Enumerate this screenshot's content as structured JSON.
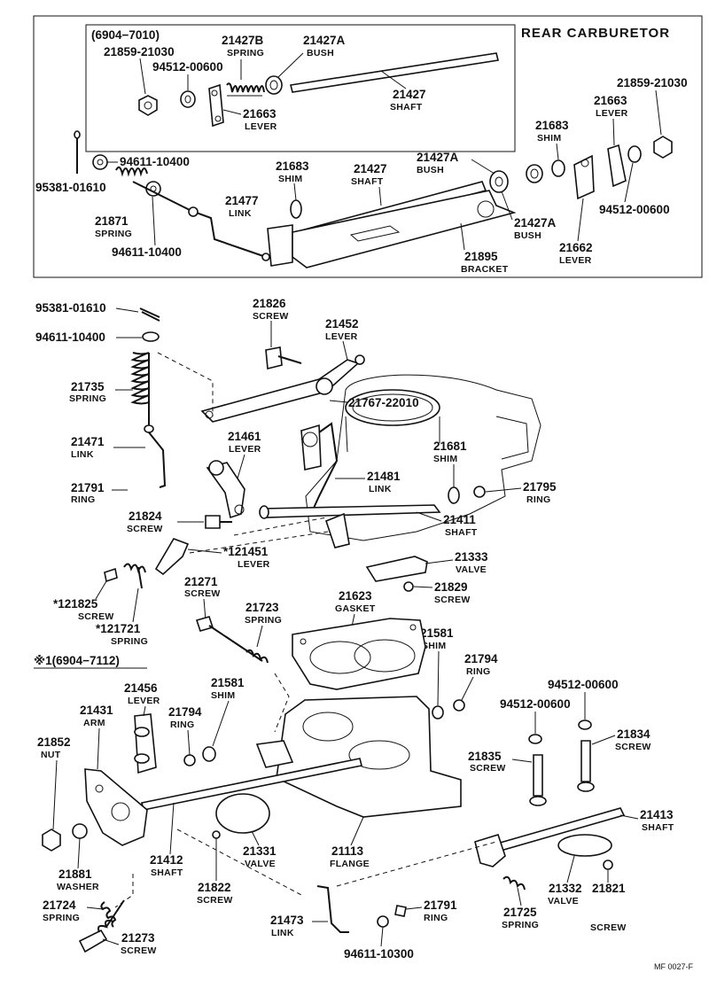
{
  "top_box": {
    "title": "REAR CARBURETOR",
    "inset_range": "(6904−7010)"
  },
  "labels": {
    "t_21859a_num": "21859-21030",
    "t_94512a_num": "94512-00600",
    "t_21427b_num": "21427B",
    "t_21427b_nm": "SPRING",
    "t_21427a1_num": "21427A",
    "t_21427a1_nm": "BUSH",
    "t_21427s1_num": "21427",
    "t_21427s1_nm": "SHAFT",
    "t_21663a_num": "21663",
    "t_21663a_nm": "LEVER",
    "t_21859b_num": "21859-21030",
    "t_21663b_num": "21663",
    "t_21663b_nm": "LEVER",
    "t_21683a_num": "21683",
    "t_21683a_nm": "SHIM",
    "t_94611a_num": "94611-10400",
    "t_21683b_num": "21683",
    "t_21683b_nm": "SHIM",
    "t_21427s2_num": "21427",
    "t_21427s2_nm": "SHAFT",
    "t_21427a2_num": "21427A",
    "t_21427a2_nm": "BUSH",
    "t_95381a_num": "95381-01610",
    "t_21871_num": "21871",
    "t_21871_nm": "SPRING",
    "t_21477_num": "21477",
    "t_21477_nm": "LINK",
    "t_94611b_num": "94611-10400",
    "t_94512b_num": "94512-00600",
    "t_21427a3_num": "21427A",
    "t_21427a3_nm": "BUSH",
    "t_21662_num": "21662",
    "t_21662_nm": "LEVER",
    "t_21895_num": "21895",
    "t_21895_nm": "BRACKET",
    "t_95381b_num": "95381-01610",
    "t_21826_num": "21826",
    "t_21826_nm": "SCREW",
    "t_21452_num": "21452",
    "t_21452_nm": "LEVER",
    "t_94611c_num": "94611-10400",
    "t_21735_num": "21735",
    "t_21735_nm": "SPRING",
    "t_21767_num": "21767-22010",
    "t_21471_num": "21471",
    "t_21471_nm": "LINK",
    "t_21461_num": "21461",
    "t_21461_nm": "LEVER",
    "t_21681_num": "21681",
    "t_21681_nm": "SHIM",
    "t_21795_num": "21795",
    "t_21795_nm": "RING",
    "t_21481_num": "21481",
    "t_21481_nm": "LINK",
    "t_21791a_num": "21791",
    "t_21791a_nm": "RING",
    "t_21824_num": "21824",
    "t_21824_nm": "SCREW",
    "t_21411_num": "21411",
    "t_21411_nm": "SHAFT",
    "t_21451_num": "*121451",
    "t_21451_nm": "LEVER",
    "t_21333_num": "21333",
    "t_21333_nm": "VALVE",
    "t_21825_num": "*121825",
    "t_21825_nm": "SCREW",
    "t_21271_num": "21271",
    "t_21271_nm": "SCREW",
    "t_21623_num": "21623",
    "t_21623_nm": "GASKET",
    "t_21829_num": "21829",
    "t_21829_nm": "SCREW",
    "t_21721_num": "*121721",
    "t_21721_nm": "SPRING",
    "t_21723_num": "21723",
    "t_21723_nm": "SPRING",
    "t_21581a_num": "21581",
    "t_21581a_nm": "SHIM",
    "t_21794a_num": "21794",
    "t_21794a_nm": "RING",
    "t_note": "※1(6904−7112)",
    "t_21456_num": "21456",
    "t_21456_nm": "LEVER",
    "t_21581b_num": "21581",
    "t_21581b_nm": "SHIM",
    "t_21431_num": "21431",
    "t_21431_nm": "ARM",
    "t_21794b_num": "21794",
    "t_21794b_nm": "RING",
    "t_94512c_num": "94512-00600",
    "t_94512d_num": "94512-00600",
    "t_21852_num": "21852",
    "t_21852_nm": "NUT",
    "t_21834_num": "21834",
    "t_21834_nm": "SCREW",
    "t_21835_num": "21835",
    "t_21835_nm": "SCREW",
    "t_21413_num": "21413",
    "t_21413_nm": "SHAFT",
    "t_21331_num": "21331",
    "t_21331_nm": "VALVE",
    "t_21113_num": "21113",
    "t_21113_nm": "FLANGE",
    "t_21412_num": "21412",
    "t_21412_nm": "SHAFT",
    "t_21881_num": "21881",
    "t_21881_nm": "WASHER",
    "t_21332_num": "21332",
    "t_21332_nm": "VALVE",
    "t_21822_num": "21822",
    "t_21822_nm": "SCREW",
    "t_21821_num": "21821",
    "t_21821_nm": "SCREW",
    "t_21724_num": "21724",
    "t_21724_nm": "SPRING",
    "t_21791b_num": "21791",
    "t_21791b_nm": "RING",
    "t_21473_num": "21473",
    "t_21473_nm": "LINK",
    "t_21725_num": "21725",
    "t_21725_nm": "SPRING",
    "t_21273_num": "21273",
    "t_21273_nm": "SCREW",
    "t_94611d_num": "94611-10300",
    "t_footer": "MF 0027-F"
  }
}
